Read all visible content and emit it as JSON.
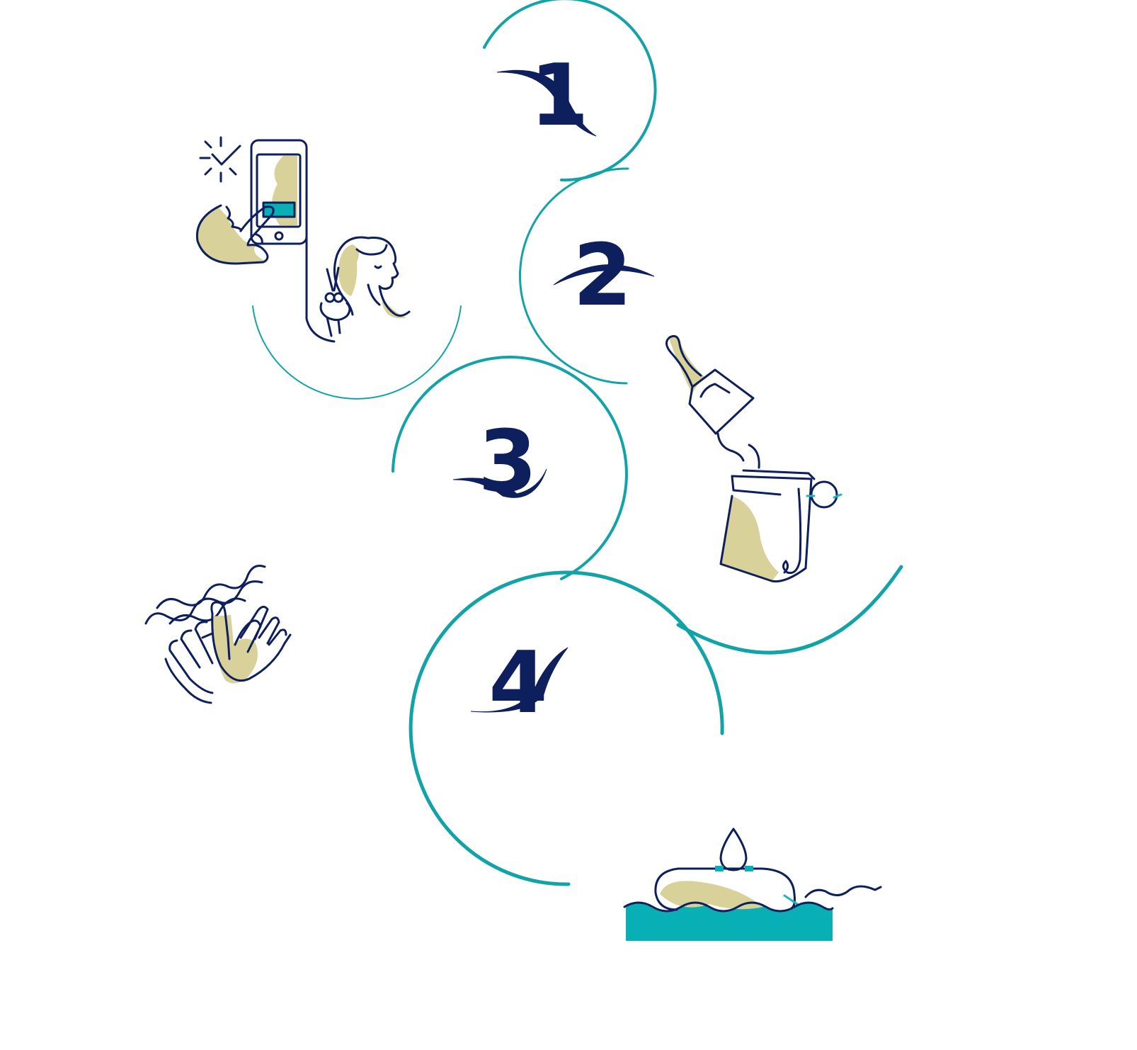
{
  "colors": {
    "ring": "#12a3a9",
    "ink": "#0d1f5c",
    "tan": "#d8d199",
    "water": "#08b0b6",
    "accent": "#18b6bd",
    "background": "#ffffff"
  },
  "steps": [
    {
      "number": "1",
      "icon": "phone-booking-haircut-icon"
    },
    {
      "number": "2",
      "icon": "scoop-pour-bag-icon"
    },
    {
      "number": "3",
      "icon": "hands-wave-icon"
    },
    {
      "number": "4",
      "icon": "oil-boom-water-icon"
    }
  ]
}
